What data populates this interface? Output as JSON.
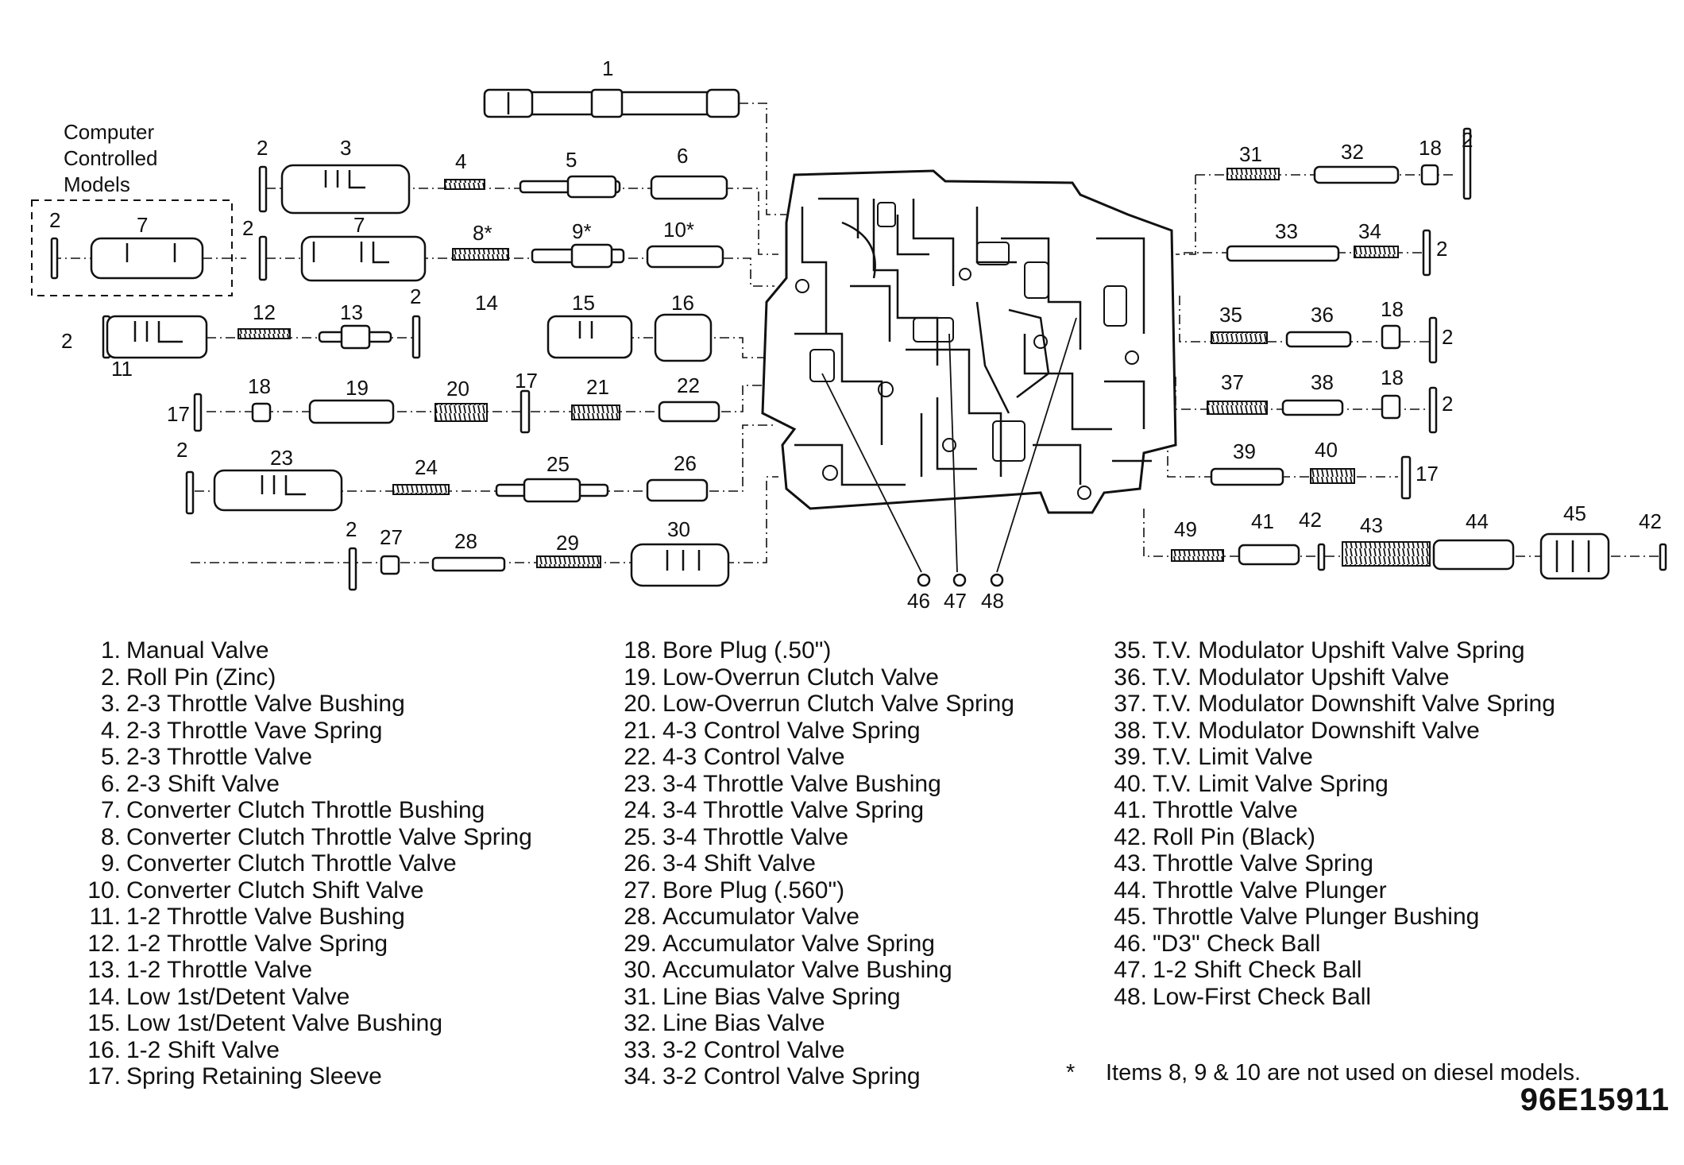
{
  "section_title": "Computer Controlled Models",
  "section_title_lines": [
    "Computer",
    "Controlled",
    "Models"
  ],
  "callouts": [
    "1",
    "2",
    "3",
    "4",
    "5",
    "6",
    "2",
    "7",
    "2",
    "7",
    "8*",
    "9*",
    "10*",
    "2",
    "12",
    "13",
    "2",
    "14",
    "15",
    "16",
    "11",
    "17",
    "18",
    "19",
    "20",
    "17",
    "21",
    "22",
    "2",
    "23",
    "24",
    "25",
    "26",
    "2",
    "27",
    "28",
    "29",
    "30",
    "31",
    "32",
    "18",
    "2",
    "33",
    "34",
    "2",
    "35",
    "36",
    "18",
    "2",
    "37",
    "38",
    "18",
    "2",
    "39",
    "40",
    "17",
    "49",
    "41",
    "42",
    "43",
    "44",
    "45",
    "42",
    "46",
    "47",
    "48"
  ],
  "legend": {
    "col1": [
      {
        "num": "1.",
        "text": "Manual Valve"
      },
      {
        "num": "2.",
        "text": "Roll Pin (Zinc)"
      },
      {
        "num": "3.",
        "text": "2-3 Throttle Valve Bushing"
      },
      {
        "num": "4.",
        "text": "2-3 Throttle Vave Spring"
      },
      {
        "num": "5.",
        "text": "2-3 Throttle Valve"
      },
      {
        "num": "6.",
        "text": "2-3 Shift Valve"
      },
      {
        "num": "7.",
        "text": "Converter Clutch Throttle Bushing"
      },
      {
        "num": "8.",
        "text": "Converter Clutch Throttle Valve Spring"
      },
      {
        "num": "9.",
        "text": "Converter Clutch Throttle Valve"
      },
      {
        "num": "10.",
        "text": "Converter Clutch Shift Valve"
      },
      {
        "num": "11.",
        "text": "1-2 Throttle Valve Bushing"
      },
      {
        "num": "12.",
        "text": "1-2 Throttle Valve Spring"
      },
      {
        "num": "13.",
        "text": "1-2 Throttle Valve"
      },
      {
        "num": "14.",
        "text": "Low 1st/Detent Valve"
      },
      {
        "num": "15.",
        "text": "Low 1st/Detent Valve Bushing"
      },
      {
        "num": "16.",
        "text": "1-2 Shift Valve"
      },
      {
        "num": "17.",
        "text": "Spring Retaining Sleeve"
      }
    ],
    "col2": [
      {
        "num": "18.",
        "text": "Bore Plug (.50\")"
      },
      {
        "num": "19.",
        "text": "Low-Overrun Clutch Valve"
      },
      {
        "num": "20.",
        "text": "Low-Overrun Clutch Valve Spring"
      },
      {
        "num": "21.",
        "text": "4-3 Control Valve Spring"
      },
      {
        "num": "22.",
        "text": "4-3 Control Valve"
      },
      {
        "num": "23.",
        "text": "3-4 Throttle Valve Bushing"
      },
      {
        "num": "24.",
        "text": "3-4 Throttle Valve Spring"
      },
      {
        "num": "25.",
        "text": "3-4 Throttle Valve"
      },
      {
        "num": "26.",
        "text": "3-4 Shift Valve"
      },
      {
        "num": "27.",
        "text": "Bore Plug (.560\")"
      },
      {
        "num": "28.",
        "text": "Accumulator Valve"
      },
      {
        "num": "29.",
        "text": "Accumulator Valve Spring"
      },
      {
        "num": "30.",
        "text": "Accumulator Valve Bushing"
      },
      {
        "num": "31.",
        "text": "Line Bias Valve Spring"
      },
      {
        "num": "32.",
        "text": "Line Bias Valve"
      },
      {
        "num": "33.",
        "text": "3-2 Control Valve"
      },
      {
        "num": "34.",
        "text": "3-2 Control Valve Spring"
      }
    ],
    "col3": [
      {
        "num": "35.",
        "text": "T.V. Modulator Upshift Valve Spring"
      },
      {
        "num": "36.",
        "text": "T.V. Modulator Upshift Valve"
      },
      {
        "num": "37.",
        "text": "T.V. Modulator Downshift Valve Spring"
      },
      {
        "num": "38.",
        "text": "T.V. Modulator Downshift Valve"
      },
      {
        "num": "39.",
        "text": "T.V. Limit Valve"
      },
      {
        "num": "40.",
        "text": "T.V. Limit Valve Spring"
      },
      {
        "num": "41.",
        "text": "Throttle Valve"
      },
      {
        "num": "42.",
        "text": "Roll Pin (Black)"
      },
      {
        "num": "43.",
        "text": "Throttle Valve Spring"
      },
      {
        "num": "44.",
        "text": "Throttle Valve Plunger"
      },
      {
        "num": "45.",
        "text": "Throttle Valve Plunger Bushing"
      },
      {
        "num": "46.",
        "text": "\"D3\" Check Ball"
      },
      {
        "num": "47.",
        "text": "1-2 Shift Check Ball"
      },
      {
        "num": "48.",
        "text": "Low-First Check Ball"
      }
    ]
  },
  "footnote": {
    "mark": "*",
    "text": "Items 8, 9 & 10 are not used on diesel models."
  },
  "figure_id": "96E15911"
}
